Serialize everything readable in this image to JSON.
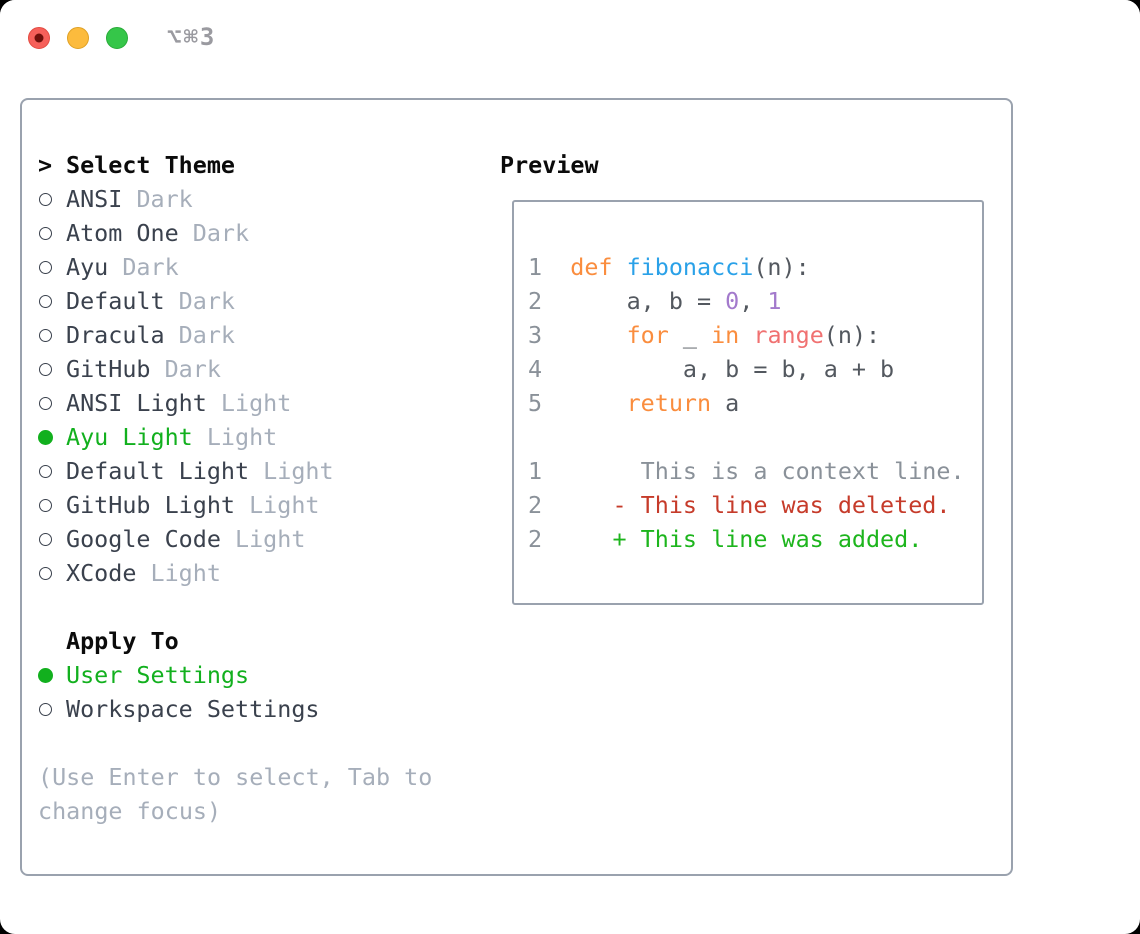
{
  "window": {
    "title": "⌥⌘3",
    "traffic_lights": {
      "close": "close",
      "minimize": "minimize",
      "zoom": "zoom"
    }
  },
  "theme_picker": {
    "header_marker": ">",
    "header": "Select Theme",
    "items": [
      {
        "name": "ANSI",
        "variant": "Dark",
        "selected": false
      },
      {
        "name": "Atom One",
        "variant": "Dark",
        "selected": false
      },
      {
        "name": "Ayu",
        "variant": "Dark",
        "selected": false
      },
      {
        "name": "Default",
        "variant": "Dark",
        "selected": false
      },
      {
        "name": "Dracula",
        "variant": "Dark",
        "selected": false
      },
      {
        "name": "GitHub",
        "variant": "Dark",
        "selected": false
      },
      {
        "name": "ANSI Light",
        "variant": "Light",
        "selected": false
      },
      {
        "name": "Ayu Light",
        "variant": "Light",
        "selected": true
      },
      {
        "name": "Default Light",
        "variant": "Light",
        "selected": false
      },
      {
        "name": "GitHub Light",
        "variant": "Light",
        "selected": false
      },
      {
        "name": "Google Code",
        "variant": "Light",
        "selected": false
      },
      {
        "name": "XCode",
        "variant": "Light",
        "selected": false
      }
    ],
    "apply_to": {
      "header": "Apply To",
      "options": [
        {
          "label": "User Settings",
          "selected": true
        },
        {
          "label": "Workspace Settings",
          "selected": false
        }
      ]
    },
    "hint": "(Use Enter to select, Tab to change focus)"
  },
  "preview": {
    "header": "Preview",
    "code_lines": [
      {
        "num": "1",
        "tokens": [
          {
            "t": "def",
            "c": "keyword"
          },
          {
            "t": " ",
            "c": "fg"
          },
          {
            "t": "fibonacci",
            "c": "function"
          },
          {
            "t": "(n):",
            "c": "fg"
          }
        ]
      },
      {
        "num": "2",
        "tokens": [
          {
            "t": "    a, b = ",
            "c": "fg"
          },
          {
            "t": "0",
            "c": "number"
          },
          {
            "t": ", ",
            "c": "fg"
          },
          {
            "t": "1",
            "c": "number"
          }
        ]
      },
      {
        "num": "3",
        "tokens": [
          {
            "t": "    ",
            "c": "fg"
          },
          {
            "t": "for",
            "c": "keyword"
          },
          {
            "t": " _ ",
            "c": "fg"
          },
          {
            "t": "in",
            "c": "keyword"
          },
          {
            "t": " ",
            "c": "fg"
          },
          {
            "t": "range",
            "c": "call"
          },
          {
            "t": "(n):",
            "c": "fg"
          }
        ]
      },
      {
        "num": "4",
        "tokens": [
          {
            "t": "        a, b = b, a + b",
            "c": "fg"
          }
        ]
      },
      {
        "num": "5",
        "tokens": [
          {
            "t": "    ",
            "c": "fg"
          },
          {
            "t": "return",
            "c": "keyword"
          },
          {
            "t": " a",
            "c": "fg"
          }
        ]
      }
    ],
    "diff_lines": [
      {
        "num": "1",
        "kind": "context",
        "text": "     This is a context line."
      },
      {
        "num": "2",
        "kind": "deleted",
        "text": "   - This line was deleted."
      },
      {
        "num": "2",
        "kind": "added",
        "text": "   + This line was added."
      }
    ]
  },
  "colors": {
    "keyword": "#fa8d3e",
    "function": "#2aa1e8",
    "call": "#f07171",
    "number": "#a37acc",
    "fg": "#53585f",
    "gutter": "#8a9199",
    "context": "#8a9199",
    "deleted": "#c63b2a",
    "added": "#1db51d",
    "selection": "#12b01e"
  }
}
